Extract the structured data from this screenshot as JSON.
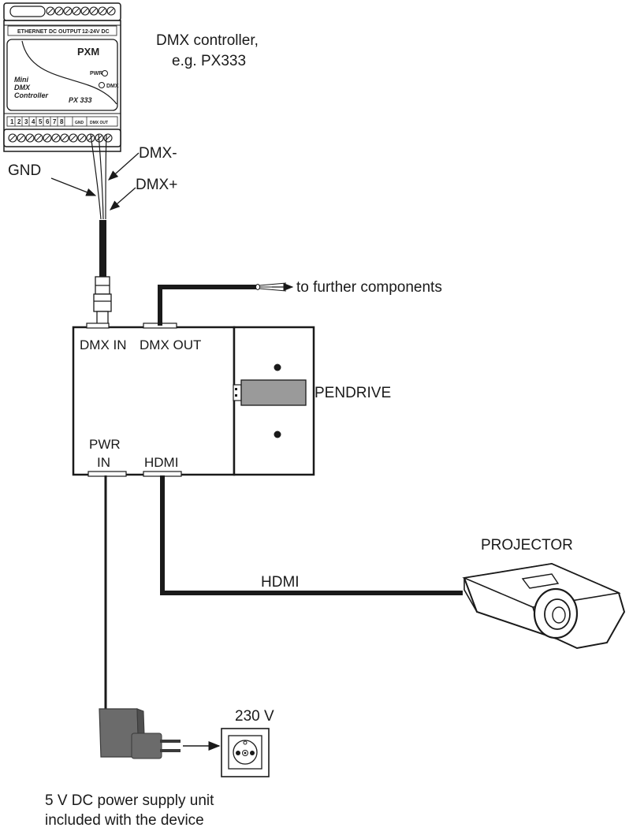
{
  "controller": {
    "caption_line1": "DMX controller,",
    "caption_line2": "e.g. PX333",
    "brand": "PXM",
    "name_line1": "Mini",
    "name_line2": "DMX",
    "name_line3": "Controller",
    "model": "PX 333",
    "led_pwr": "PWR",
    "led_dmx": "DMX",
    "top_labels": [
      "ETHERNET",
      "DC OUTPUT",
      "12-24V DC"
    ],
    "terminals": [
      "1",
      "2",
      "3",
      "4",
      "5",
      "6",
      "7",
      "8"
    ],
    "terminal_extra": [
      "GND",
      "DMX OUT"
    ]
  },
  "wires": {
    "gnd": "GND",
    "dmx_minus": "DMX-",
    "dmx_plus": "DMX+"
  },
  "device": {
    "dmx_in": "DMX IN",
    "dmx_out": "DMX OUT",
    "pwr_line1": "PWR",
    "pwr_line2": "IN",
    "hdmi_port": "HDMI"
  },
  "further": "to further components",
  "pendrive": "PENDRIVE",
  "projector": "PROJECTOR",
  "hdmi_cable": "HDMI",
  "socket_voltage": "230 V",
  "psu": {
    "line1": "5 V DC power supply unit",
    "line2": "included with the device"
  }
}
